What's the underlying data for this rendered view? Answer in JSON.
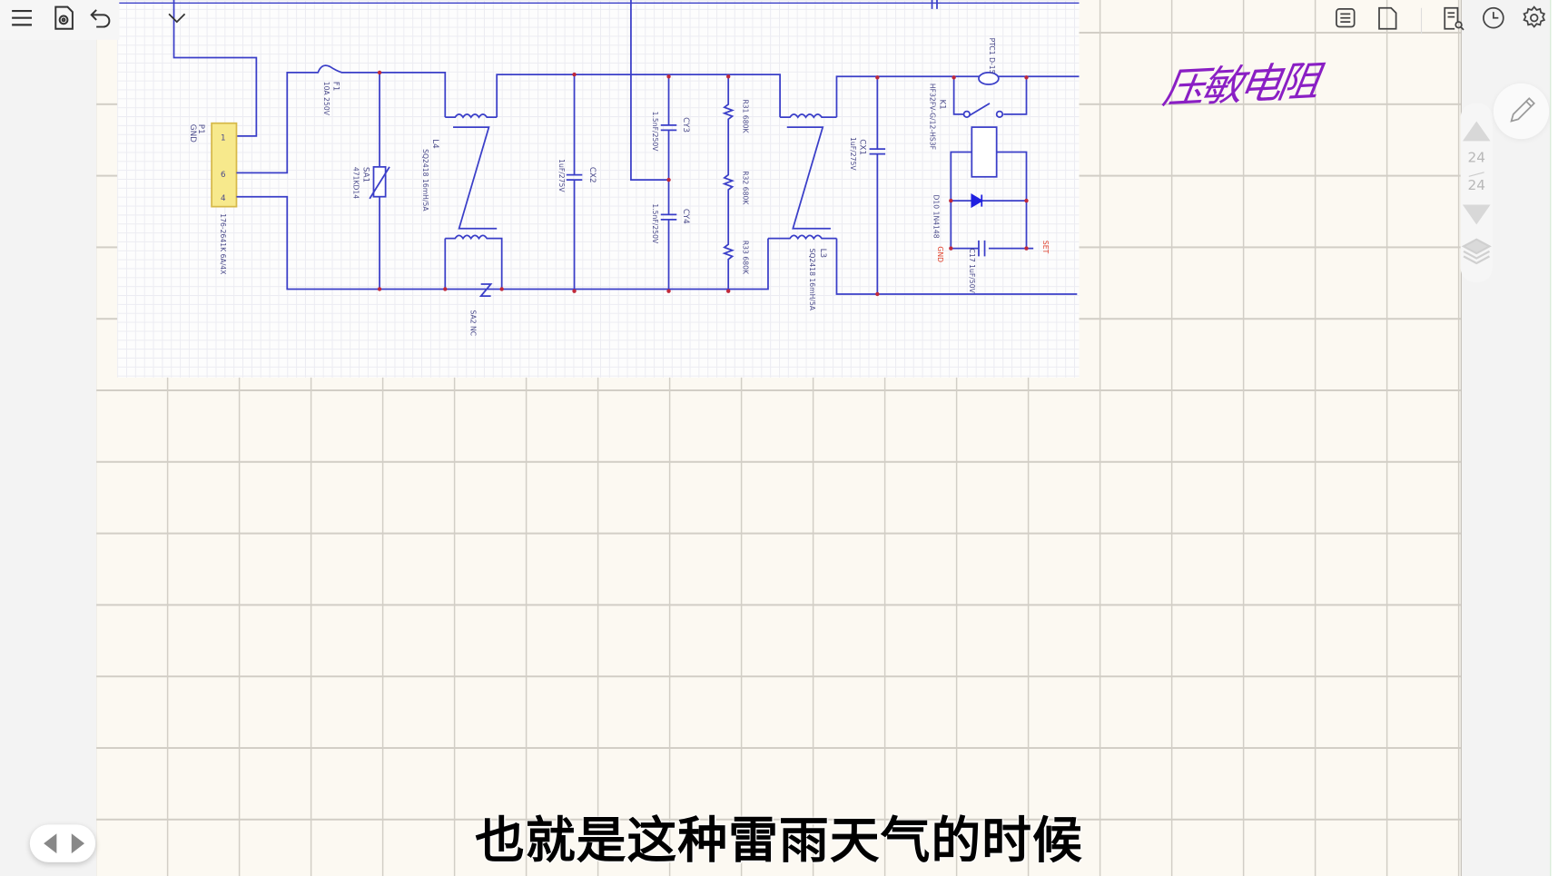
{
  "toolbar": {
    "left_icons": [
      "menu-icon",
      "document-settings-icon",
      "undo-icon",
      "chevron-down-icon"
    ],
    "right_icons": [
      "outline-list-icon",
      "page-icon",
      "search-document-icon",
      "history-clock-icon",
      "settings-gear-icon"
    ]
  },
  "schematic": {
    "labels": {
      "connector": "P1",
      "connector_net": "GND",
      "connector_pins": [
        "1",
        "6",
        "4"
      ],
      "connector_part": "176-2641K 6A/4X",
      "fuse": "F1",
      "fuse_value": "10A 250V",
      "varistor": "SA1",
      "varistor_value": "471KD14",
      "choke1": "L4",
      "choke1_value": "SQ2418 16mH/5A",
      "choke2": "L3",
      "choke2_value": "SQ2418 16mH/5A",
      "cx2": "CX2",
      "cx2_value": "1uF/275V",
      "cy3": "CY3",
      "cy3_value": "1.5nF/250V",
      "cy4": "CY4",
      "cy4_value": "1.5nF/250V",
      "r31": "R31 680K",
      "r32": "R32 680K",
      "r33": "R33 680K",
      "cx1": "CX1",
      "cx1_value": "1uF/275V",
      "ptc": "PTC1 D-15",
      "relay": "K1",
      "relay_value": "HF32FV-G/12-HS3F",
      "diode": "D10 1N4148",
      "cap17": "C17 1uF/50V",
      "gap": "SA2 NC",
      "net_left": "GND",
      "net_right": "SET"
    },
    "wire_color": "#3a3ec8",
    "connector_color": "#f7e98c",
    "net_label_color": "#e0402a"
  },
  "annotation": {
    "handwritten_text": "压敏电阻",
    "color": "#8a1fc4"
  },
  "subtitle": "也就是这种雷雨天气的时候",
  "side_panel": {
    "current_page": "24",
    "total_pages": "24"
  },
  "navigation": {
    "prev_icon": "triangle-left-icon",
    "next_icon": "triangle-right-icon"
  }
}
